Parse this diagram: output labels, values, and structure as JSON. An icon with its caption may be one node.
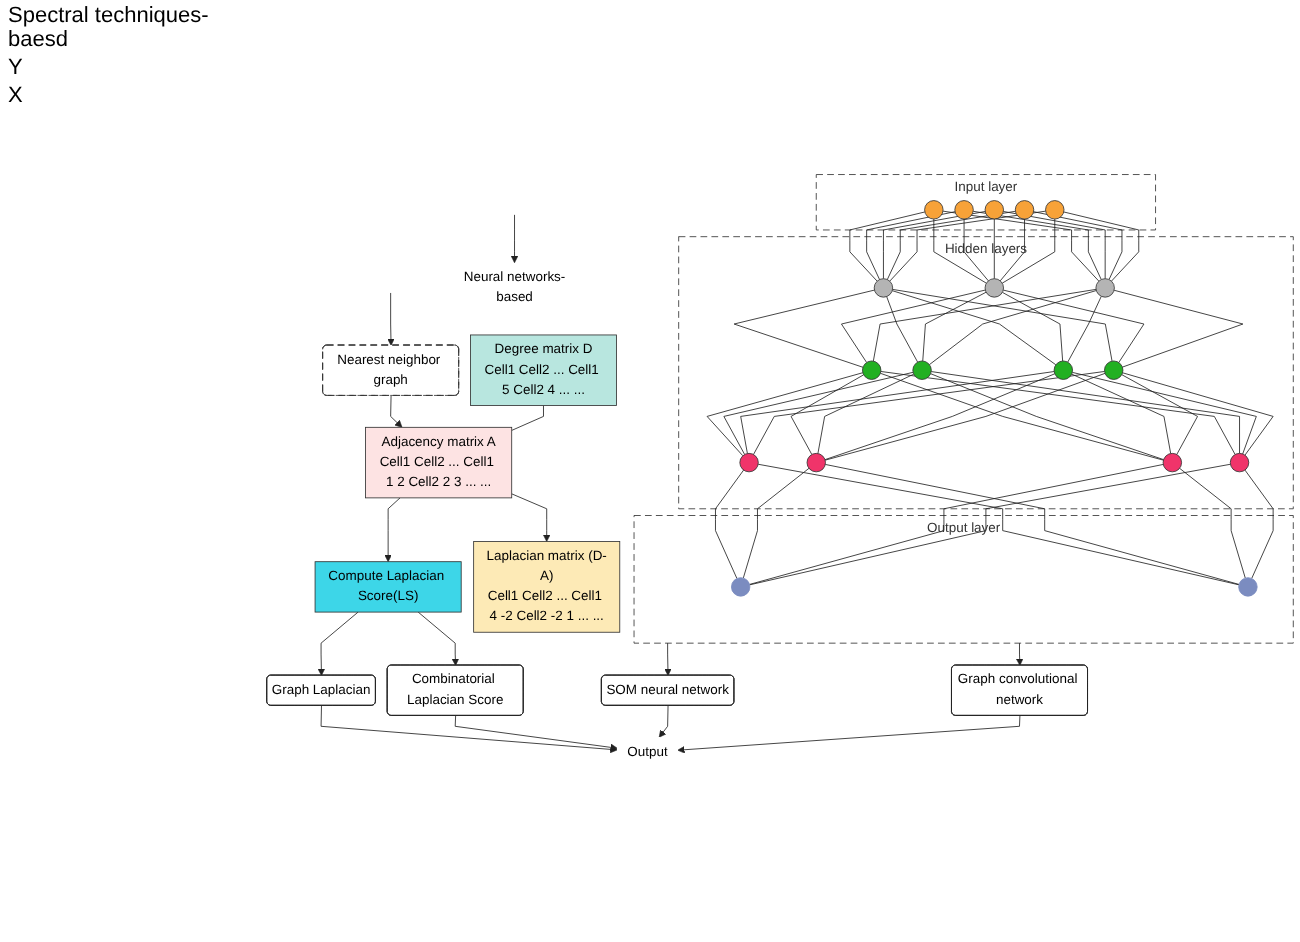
{
  "diagram": {
    "nodes": [
      {
        "text": [
          "Neural networks-based"
        ]
      },
      {
        "text": [
          "Nearest neighbor graph"
        ]
      },
      {
        "text": [
          "Degree matrix D",
          "Cell1",
          "Cell2",
          "...",
          "Cell1",
          "5",
          "Cell2",
          "4",
          "...",
          "..."
        ]
      },
      {
        "text": [
          "Adjacency matrix A",
          "Cell1",
          "Cell2",
          "...",
          "Cell1",
          "1",
          "2",
          "Cell2",
          "2",
          "3",
          "...",
          "..."
        ]
      },
      {
        "text": [
          "Laplacian matrix (D-A)",
          "Cell1",
          "Cell2",
          "...",
          "Cell1",
          "4",
          "-2",
          "Cell2",
          "-2",
          "1",
          "...",
          "..."
        ]
      },
      {
        "text": [
          "Compute Laplacian Score(LS)"
        ]
      },
      {
        "text": [
          "Graph Laplacian"
        ]
      },
      {
        "text": [
          "Combinatorial Laplacian Score"
        ]
      },
      {
        "text": [
          "Input layer"
        ]
      },
      {
        "text": [],
        "shape": "circle",
        "in": 8
      },
      {
        "text": [],
        "shape": "circle",
        "in": 8
      },
      {
        "text": [],
        "shape": "circle",
        "in": 8
      },
      {
        "text": [],
        "shape": "circle",
        "in": 8
      },
      {
        "text": [],
        "shape": "circle",
        "in": 8
      },
      {
        "text": [
          "Hidden layers"
        ]
      },
      {
        "text": [],
        "shape": "circle",
        "in": 14
      },
      {
        "text": [],
        "shape": "circle",
        "in": 14
      },
      {
        "text": [],
        "shape": "circle",
        "in": 14
      },
      {
        "text": [],
        "shape": "circle",
        "in": 14
      },
      {
        "text": [],
        "shape": "circle",
        "in": 14
      },
      {
        "text": [],
        "shape": "circle",
        "in": 14
      },
      {
        "text": [],
        "shape": "circle",
        "in": 14
      },
      {
        "text": [],
        "shape": "circle",
        "in": 14
      },
      {
        "text": [],
        "shape": "circle",
        "in": 14
      },
      {
        "text": [],
        "shape": "circle",
        "in": 14
      },
      {
        "text": [],
        "shape": "circle",
        "in": 14
      },
      {
        "text": [
          "Output layer"
        ]
      },
      {
        "text": [],
        "shape": "circle",
        "in": 26
      },
      {
        "text": [],
        "shape": "circle",
        "in": 26
      },
      {
        "text": [
          "SOM neural network"
        ]
      },
      {
        "text": [
          "Graph convolutional network"
        ]
      },
      {
        "text": [
          "Output"
        ]
      }
    ],
    "edges": [
      {
        "from": null,
        "to": 1,
        "arrow": "to"
      },
      {
        "from": null,
        "to": 0,
        "arrow": "to"
      },
      {
        "from": 1,
        "to": 3,
        "arrow": "to"
      },
      {
        "from": 2,
        "to": 3,
        "arrow": "none"
      },
      {
        "from": 3,
        "to": 4,
        "arrow": "to"
      },
      {
        "from": 3,
        "to": 5,
        "arrow": "to"
      },
      {
        "from": 5,
        "to": 6,
        "arrow": "to"
      },
      {
        "from": 5,
        "to": 7,
        "arrow": "to"
      },
      {
        "from": 9,
        "to": 15,
        "arrow": "none"
      },
      {
        "from": 9,
        "to": 16,
        "arrow": "none"
      },
      {
        "from": 9,
        "to": 17,
        "arrow": "none"
      },
      {
        "from": 10,
        "to": 15,
        "arrow": "none"
      },
      {
        "from": 10,
        "to": 16,
        "arrow": "none"
      },
      {
        "from": 10,
        "to": 17,
        "arrow": "none"
      },
      {
        "from": 11,
        "to": 15,
        "arrow": "none"
      },
      {
        "from": 11,
        "to": 16,
        "arrow": "none"
      },
      {
        "from": 11,
        "to": 17,
        "arrow": "none"
      },
      {
        "from": 12,
        "to": 15,
        "arrow": "none"
      },
      {
        "from": 12,
        "to": 16,
        "arrow": "none"
      },
      {
        "from": 12,
        "to": 17,
        "arrow": "none"
      },
      {
        "from": 13,
        "to": 15,
        "arrow": "none"
      },
      {
        "from": 13,
        "to": 16,
        "arrow": "none"
      },
      {
        "from": 13,
        "to": 17,
        "arrow": "none"
      },
      {
        "from": 15,
        "to": 18,
        "arrow": "none"
      },
      {
        "from": 15,
        "to": 19,
        "arrow": "none"
      },
      {
        "from": 15,
        "to": 20,
        "arrow": "none"
      },
      {
        "from": 15,
        "to": 21,
        "arrow": "none"
      },
      {
        "from": 16,
        "to": 18,
        "arrow": "none"
      },
      {
        "from": 16,
        "to": 19,
        "arrow": "none"
      },
      {
        "from": 16,
        "to": 20,
        "arrow": "none"
      },
      {
        "from": 16,
        "to": 21,
        "arrow": "none"
      },
      {
        "from": 17,
        "to": 18,
        "arrow": "none"
      },
      {
        "from": 17,
        "to": 19,
        "arrow": "none"
      },
      {
        "from": 17,
        "to": 20,
        "arrow": "none"
      },
      {
        "from": 17,
        "to": 21,
        "arrow": "none"
      },
      {
        "from": 18,
        "to": 22,
        "arrow": "none"
      },
      {
        "from": 18,
        "to": 23,
        "arrow": "none"
      },
      {
        "from": 18,
        "to": 24,
        "arrow": "none"
      },
      {
        "from": 18,
        "to": 25,
        "arrow": "none"
      },
      {
        "from": 19,
        "to": 22,
        "arrow": "none"
      },
      {
        "from": 19,
        "to": 23,
        "arrow": "none"
      },
      {
        "from": 19,
        "to": 24,
        "arrow": "none"
      },
      {
        "from": 19,
        "to": 25,
        "arrow": "none"
      },
      {
        "from": 20,
        "to": 22,
        "arrow": "none"
      },
      {
        "from": 20,
        "to": 23,
        "arrow": "none"
      },
      {
        "from": 20,
        "to": 24,
        "arrow": "none"
      },
      {
        "from": 20,
        "to": 25,
        "arrow": "none"
      },
      {
        "from": 21,
        "to": 22,
        "arrow": "none"
      },
      {
        "from": 21,
        "to": 23,
        "arrow": "none"
      },
      {
        "from": 21,
        "to": 24,
        "arrow": "none"
      },
      {
        "from": 21,
        "to": 25,
        "arrow": "none"
      },
      {
        "from": 22,
        "to": 27,
        "arrow": "none"
      },
      {
        "from": 22,
        "to": 28,
        "arrow": "none"
      },
      {
        "from": 23,
        "to": 27,
        "arrow": "none"
      },
      {
        "from": 23,
        "to": 28,
        "arrow": "none"
      },
      {
        "from": 24,
        "to": 27,
        "arrow": "none"
      },
      {
        "from": 24,
        "to": 28,
        "arrow": "none"
      },
      {
        "from": 25,
        "to": 27,
        "arrow": "none"
      },
      {
        "from": 25,
        "to": 28,
        "arrow": "none"
      },
      {
        "from": 26,
        "to": 29,
        "arrow": "to"
      },
      {
        "from": 26,
        "to": 30,
        "arrow": "to"
      },
      {
        "from": 6,
        "to": 31,
        "arrow": "to"
      },
      {
        "from": 7,
        "to": 31,
        "arrow": "to"
      },
      {
        "from": 29,
        "to": 31,
        "arrow": "to"
      },
      {
        "from": 30,
        "to": 31,
        "arrow": "to"
      }
    ],
    "labels": [
      "Spectral techniques-baesd",
      "Y",
      "X"
    ]
  }
}
